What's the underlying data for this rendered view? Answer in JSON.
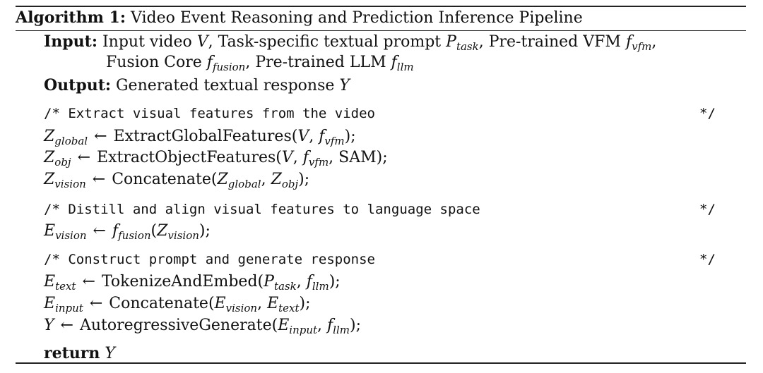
{
  "caption": {
    "label": "Algorithm 1:",
    "title": "Video Event Reasoning and Prediction Inference Pipeline"
  },
  "input": {
    "label": "Input:",
    "line1_text1": "Input video ",
    "line1_var1": "V",
    "line1_text2": ", Task-specific textual prompt ",
    "line1_var2": "P",
    "line1_sub2": "task",
    "line1_text3": ", Pre-trained VFM ",
    "line1_var3": "f",
    "line1_sub3": "vfm",
    "line1_text4": ",",
    "line2_text1": "Fusion Core ",
    "line2_var1": "f",
    "line2_sub1": "fusion",
    "line2_text2": ", Pre-trained LLM ",
    "line2_var2": "f",
    "line2_sub2": "llm"
  },
  "output": {
    "label": "Output:",
    "text": "Generated textual response ",
    "var": "Y"
  },
  "comments": {
    "c1": "/* Extract visual features from the video",
    "c2": "/* Distill and align visual features to language space",
    "c3": "/* Construct prompt and generate response",
    "end": "*/"
  },
  "steps": {
    "s1_var": "Z",
    "s1_sub": "global",
    "s1_fn": "ExtractGlobalFeatures(",
    "s1_a1": "V",
    "s1_a2": "f",
    "s1_a2sub": "vfm",
    "s1_tail": ");",
    "s2_var": "Z",
    "s2_sub": "obj",
    "s2_fn": "ExtractObjectFeatures(",
    "s2_a1": "V",
    "s2_a2": "f",
    "s2_a2sub": "vfm",
    "s2_a3": "SAM",
    "s2_tail": ");",
    "s3_var": "Z",
    "s3_sub": "vision",
    "s3_fn": "Concatenate(",
    "s3_a1": "Z",
    "s3_a1sub": "global",
    "s3_a2": "Z",
    "s3_a2sub": "obj",
    "s3_tail": ");",
    "s4_var": "E",
    "s4_sub": "vision",
    "s4_fn": "f",
    "s4_fnsub": "fusion",
    "s4_a1": "Z",
    "s4_a1sub": "vision",
    "s4_tail": ");",
    "s5_var": "E",
    "s5_sub": "text",
    "s5_fn": "TokenizeAndEmbed(",
    "s5_a1": "P",
    "s5_a1sub": "task",
    "s5_a2": "f",
    "s5_a2sub": "llm",
    "s5_tail": ");",
    "s6_var": "E",
    "s6_sub": "input",
    "s6_fn": "Concatenate(",
    "s6_a1": "E",
    "s6_a1sub": "vision",
    "s6_a2": "E",
    "s6_a2sub": "text",
    "s6_tail": ");",
    "s7_var": "Y",
    "s7_fn": "AutoregressiveGenerate(",
    "s7_a1": "E",
    "s7_a1sub": "input",
    "s7_a2": "f",
    "s7_a2sub": "llm",
    "s7_tail": ");"
  },
  "ret": {
    "kw": "return",
    "var": "Y"
  },
  "symbols": {
    "arrow": "←",
    "comma": ", ",
    "open": "(",
    "semicolon": ";"
  }
}
